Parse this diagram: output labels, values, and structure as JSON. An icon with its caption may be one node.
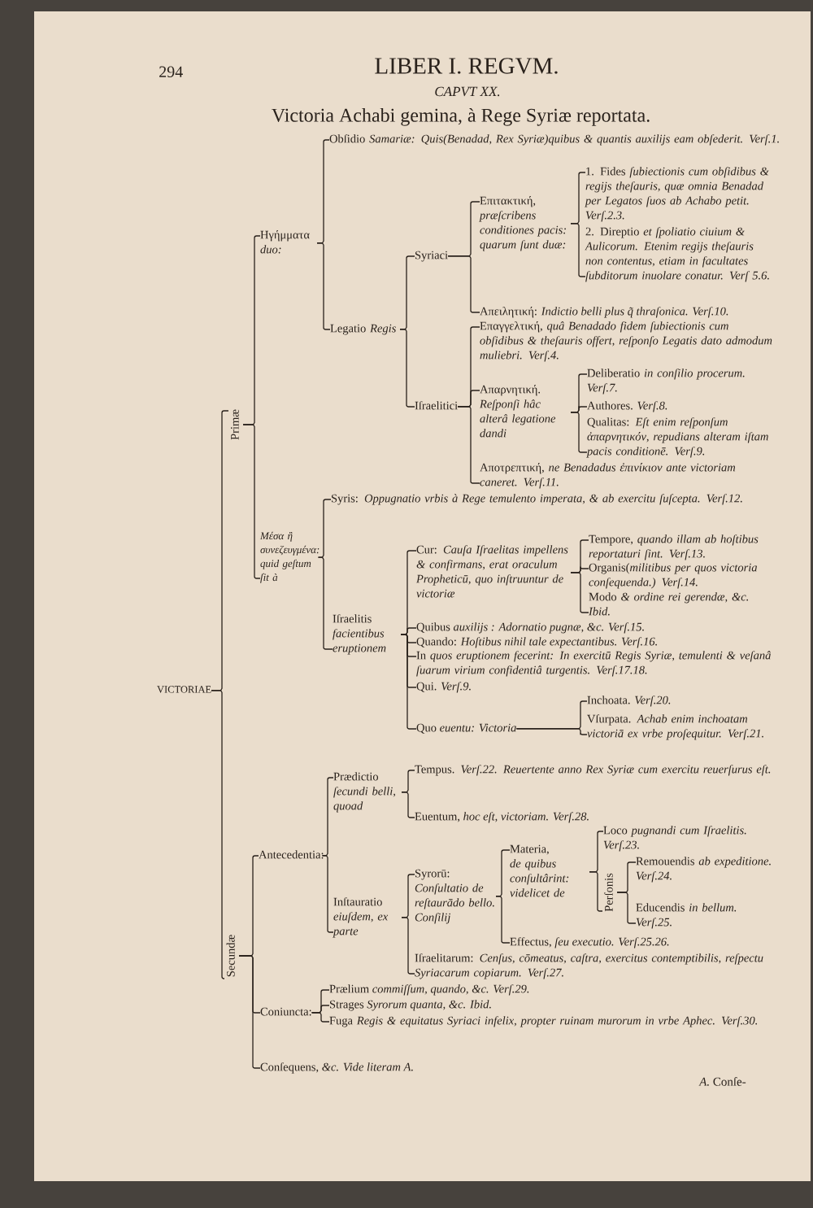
{
  "diagram": {
    "title": "Victoria Achabi gemina, à Rege Syriæ reportata.",
    "nodes": [
      {
        "text": [
          "VICTORIAE"
        ]
      },
      {
        "text": [
          "Primæ"
        ]
      },
      {
        "text": [
          "Ηγήμματα *duo:*"
        ]
      },
      {
        "text": [
          "Obſidio *Samariæ: Quis(Benadad, Rex Syriæ)quibus & quantis auxilijs eam obſederit. Verſ.1.*"
        ]
      },
      {
        "text": [
          "Legatio *Regis*"
        ]
      },
      {
        "text": [
          "Syriaci"
        ]
      },
      {
        "text": [
          "Επιτακτική, *præſcribens conditiones pacis: quarum ſunt duæ:*"
        ]
      },
      {
        "text": [
          "1. Fides *ſubiectionis cum obſidibus & regijs theſauris, quæ omnia Benadad per Legatos ſuos ab Achabo petit. Verſ.2.3.*"
        ]
      },
      {
        "text": [
          "2. Direptio *et ſpoliatio ciuium & Aulicorum. Etenim regijs theſauris non contentus, etiam in facultates ſubditorum inuolare conatur. Verſ 5.6.*"
        ]
      },
      {
        "text": [
          "Απειλητική: *Indictio belli plus q̃ thraſonica. Verſ.10.*"
        ]
      },
      {
        "text": [
          "Iſraelitici"
        ]
      },
      {
        "text": [
          "Επαγγελτική, *quâ Benadado fidem ſubiectionis cum obſidibus & theſauris offert, reſponſo Legatis dato admodum muliebri. Verſ.4.*"
        ]
      },
      {
        "text": [
          "Απαρνητική. *Reſponſi hâc alterâ legatione dandi*"
        ]
      },
      {
        "text": [
          "Deliberatio *in conſilio procerum. Verſ.7.*"
        ]
      },
      {
        "text": [
          "Authores. *Verſ.8.*"
        ]
      },
      {
        "text": [
          "Qualitas: *Eſt enim reſponſum ἀπαρνητικόν, repudians alteram iſtam pacis conditionē. Verſ.9.*"
        ]
      },
      {
        "text": [
          "Αποτρεπτική, *ne Benadadus ἐπινίκιον ante victoriam caneret. Verſ.11.*"
        ]
      },
      {
        "text": [
          "Μέσα ἢ συνεζευγμένα: quid geſtum ſit à"
        ]
      },
      {
        "text": [
          "Syris: *Oppugnatio vrbis à Rege temulento imperata, & ab exercitu ſuſcepta. Verſ.12.*"
        ]
      },
      {
        "text": [
          "Iſraelitis *facientibus eruptionem*"
        ]
      },
      {
        "text": [
          "Cur: *Cauſa Iſraelitas impellens & confirmans, erat oraculum Propheticū, quo inſtruuntur de victoriæ*"
        ]
      },
      {
        "text": [
          "Tempore, *quando illam ab hoſtibus reportaturi ſint. Verſ.13.*"
        ]
      },
      {
        "text": [
          "Organis(*militibus per quos victoria conſequenda.) Verſ.14.*"
        ]
      },
      {
        "text": [
          "Modo *& ordine rei gerendæ, &c. Ibid.*"
        ]
      },
      {
        "text": [
          "Quibus *auxilijs : Adornatio pugnæ, &c. Verſ.15.*"
        ]
      },
      {
        "text": [
          "Quando: *Hoſtibus nihil tale expectantibus. Verſ.16.*"
        ]
      },
      {
        "text": [
          "In *quos eruptionem fecerint: In exercitū Regis Syriæ, temulenti & veſanâ ſuarum virium confidentiâ turgentis. Verſ.17.18.*"
        ]
      },
      {
        "text": [
          "Qui. *Verſ.9.*"
        ]
      },
      {
        "text": [
          "Quo *euentu: Victoria*"
        ]
      },
      {
        "text": [
          "Inchoata. *Verſ.20.*"
        ]
      },
      {
        "text": [
          "Vſurpata. *Achab enim inchoatam victoriā ex vrbe proſequitur. Verſ.21.*"
        ]
      },
      {
        "text": [
          "Secundæ"
        ]
      },
      {
        "text": [
          "Antecedentia:"
        ]
      },
      {
        "text": [
          "Prædictio *ſecundi belli, quoad*"
        ]
      },
      {
        "text": [
          "Tempus. *Verſ.22. Reuertente anno Rex Syriæ cum exercitu reuerſurus eſt.*"
        ]
      },
      {
        "text": [
          "Euentum, *hoc eſt, victoriam. Verſ.28.*"
        ]
      },
      {
        "text": [
          "Inſtauratio *eiuſdem, ex parte*"
        ]
      },
      {
        "text": [
          "Syrorū: *Conſultatio de reſtaurādo bello. Conſilij*"
        ]
      },
      {
        "text": [
          "Materia, *de quibus conſultârint: videlicet de*"
        ]
      },
      {
        "text": [
          "Loco *pugnandi cum Iſraelitis. Verſ.23.*"
        ]
      },
      {
        "text": [
          "Perſonis"
        ]
      },
      {
        "text": [
          "Remouendis *ab expeditione. Verſ.24.*"
        ]
      },
      {
        "text": [
          "Educendis *in bellum. Verſ.25.*"
        ]
      },
      {
        "text": [
          "Effectus, *ſeu executio. Verſ.25.26.*"
        ]
      },
      {
        "text": [
          "Iſraelitarum: *Cenſus, cōmeatus, caſtra, exercitus contemptibilis, reſpectu Syriacarum copiarum. Verſ.27.*"
        ]
      },
      {
        "text": [
          "Coniuncta:"
        ]
      },
      {
        "text": [
          "Prælium *commiſſum, quando, &c. Verſ.29.*"
        ]
      },
      {
        "text": [
          "Strages *Syrorum quanta, &c. Ibid.*"
        ]
      },
      {
        "text": [
          "Fuga *Regis & equitatus Syriaci infelix, propter ruinam murorum in vrbe Aphec. Verſ.30.*"
        ]
      },
      {
        "text": [
          "Conſequens, *&c. Vide literam A.*"
        ]
      }
    ],
    "edges": [
      {
        "from": 0,
        "to": 1,
        "arrow": "none"
      },
      {
        "from": 0,
        "to": 31,
        "arrow": "none"
      },
      {
        "from": 1,
        "to": 2,
        "arrow": "none"
      },
      {
        "from": 1,
        "to": 17,
        "arrow": "none"
      },
      {
        "from": 2,
        "to": 3,
        "arrow": "none"
      },
      {
        "from": 2,
        "to": 4,
        "arrow": "none"
      },
      {
        "from": 4,
        "to": 5,
        "arrow": "none"
      },
      {
        "from": 4,
        "to": 10,
        "arrow": "none"
      },
      {
        "from": 5,
        "to": 6,
        "arrow": "none"
      },
      {
        "from": 5,
        "to": 9,
        "arrow": "none"
      },
      {
        "from": 6,
        "to": 7,
        "arrow": "none"
      },
      {
        "from": 6,
        "to": 8,
        "arrow": "none"
      },
      {
        "from": 10,
        "to": 11,
        "arrow": "none"
      },
      {
        "from": 10,
        "to": 12,
        "arrow": "none"
      },
      {
        "from": 10,
        "to": 16,
        "arrow": "none"
      },
      {
        "from": 12,
        "to": 13,
        "arrow": "none"
      },
      {
        "from": 12,
        "to": 14,
        "arrow": "none"
      },
      {
        "from": 12,
        "to": 15,
        "arrow": "none"
      },
      {
        "from": 17,
        "to": 18,
        "arrow": "none"
      },
      {
        "from": 17,
        "to": 19,
        "arrow": "none"
      },
      {
        "from": 19,
        "to": 20,
        "arrow": "none"
      },
      {
        "from": 19,
        "to": 24,
        "arrow": "none"
      },
      {
        "from": 19,
        "to": 25,
        "arrow": "none"
      },
      {
        "from": 19,
        "to": 26,
        "arrow": "none"
      },
      {
        "from": 19,
        "to": 27,
        "arrow": "none"
      },
      {
        "from": 19,
        "to": 28,
        "arrow": "none"
      },
      {
        "from": 20,
        "to": 21,
        "arrow": "none"
      },
      {
        "from": 20,
        "to": 22,
        "arrow": "none"
      },
      {
        "from": 20,
        "to": 23,
        "arrow": "none"
      },
      {
        "from": 28,
        "to": 29,
        "arrow": "none"
      },
      {
        "from": 28,
        "to": 30,
        "arrow": "none"
      },
      {
        "from": 31,
        "to": 32,
        "arrow": "none"
      },
      {
        "from": 31,
        "to": 45,
        "arrow": "none"
      },
      {
        "from": 31,
        "to": 49,
        "arrow": "none"
      },
      {
        "from": 32,
        "to": 33,
        "arrow": "none"
      },
      {
        "from": 32,
        "to": 36,
        "arrow": "none"
      },
      {
        "from": 33,
        "to": 34,
        "arrow": "none"
      },
      {
        "from": 33,
        "to": 35,
        "arrow": "none"
      },
      {
        "from": 36,
        "to": 37,
        "arrow": "none"
      },
      {
        "from": 36,
        "to": 44,
        "arrow": "none"
      },
      {
        "from": 37,
        "to": 38,
        "arrow": "none"
      },
      {
        "from": 37,
        "to": 43,
        "arrow": "none"
      },
      {
        "from": 38,
        "to": 39,
        "arrow": "none"
      },
      {
        "from": 38,
        "to": 40,
        "arrow": "none"
      },
      {
        "from": 40,
        "to": 41,
        "arrow": "none"
      },
      {
        "from": 40,
        "to": 42,
        "arrow": "none"
      },
      {
        "from": 45,
        "to": 46,
        "arrow": "none"
      },
      {
        "from": 45,
        "to": 47,
        "arrow": "none"
      },
      {
        "from": 45,
        "to": 48,
        "arrow": "none"
      }
    ],
    "labels": [
      "294",
      "LIBER I. REGVM.",
      "CAPVT XX.",
      "*A.* Conſe-"
    ]
  }
}
